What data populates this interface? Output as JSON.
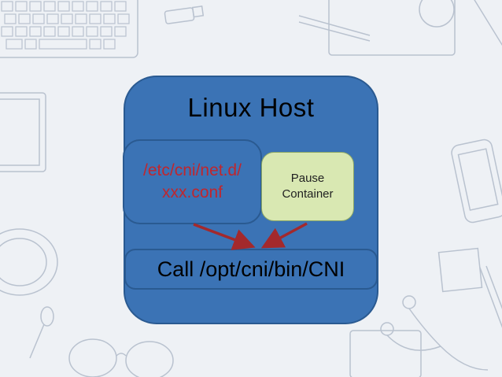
{
  "host": {
    "title": "Linux Host"
  },
  "conf": {
    "line1": "/etc/cni/net.d/",
    "line2": "xxx.conf"
  },
  "pause": {
    "line1": "Pause",
    "line2": "Container"
  },
  "call": {
    "label": "Call /opt/cni/bin/CNI"
  },
  "colors": {
    "host_fill": "#3b73b5",
    "pause_fill": "#d9e8b2",
    "conf_text": "#c0262d",
    "arrow": "#a3292c"
  }
}
